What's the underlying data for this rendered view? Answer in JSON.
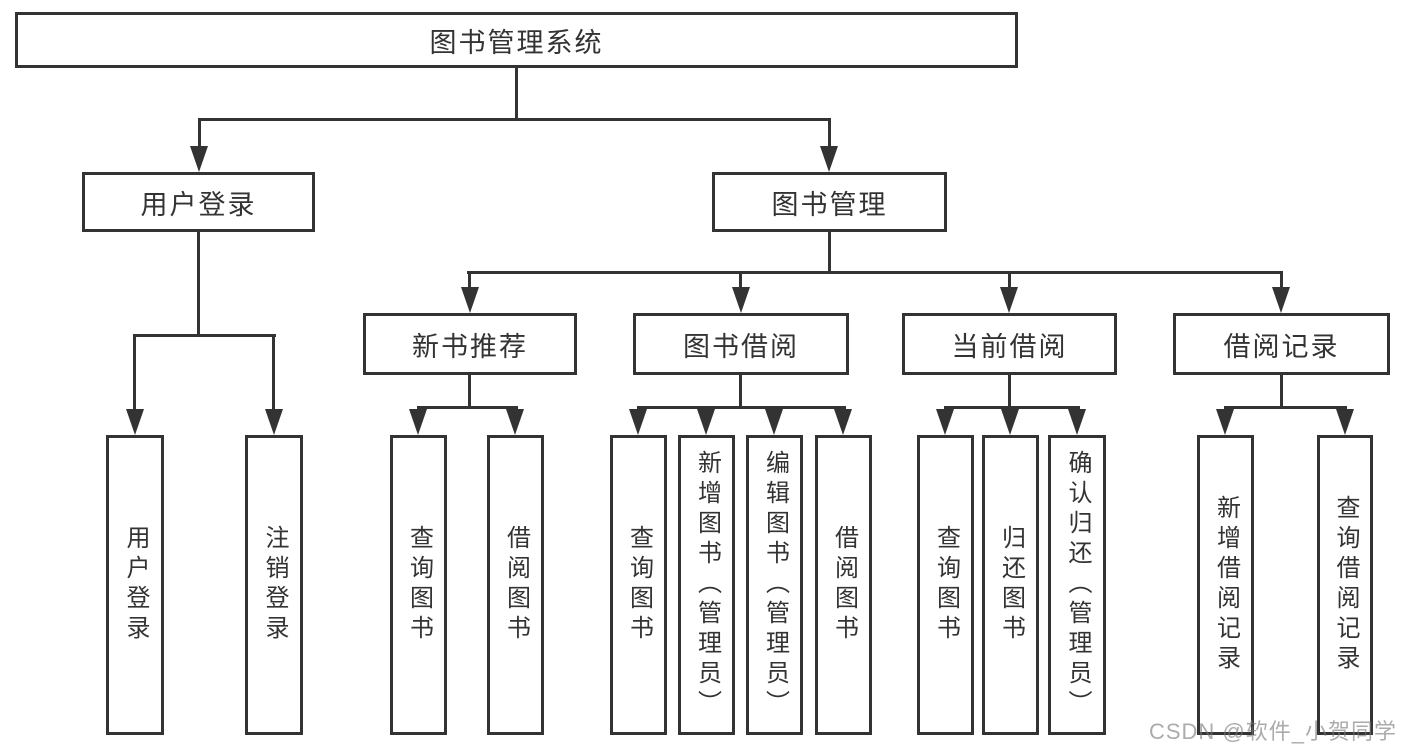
{
  "tree": {
    "root": "图书管理系统",
    "children": [
      {
        "label": "用户登录",
        "children": [
          "用户登录",
          "注销登录"
        ]
      },
      {
        "label": "图书管理",
        "children": [
          {
            "label": "新书推荐",
            "children": [
              "查询图书",
              "借阅图书"
            ]
          },
          {
            "label": "图书借阅",
            "children": [
              "查询图书",
              "新增图书（管理员）",
              "编辑图书（管理员）",
              "借阅图书"
            ]
          },
          {
            "label": "当前借阅",
            "children": [
              "查询图书",
              "归还图书",
              "确认归还（管理员）"
            ]
          },
          {
            "label": "借阅记录",
            "children": [
              "新增借阅记录",
              "查询借阅记录"
            ]
          }
        ]
      }
    ]
  },
  "watermark": {
    "text": "CSDN @软件_小贺同学"
  },
  "colors": {
    "line": "#333333",
    "box_border": "#333333",
    "text": "#333333",
    "background": "#ffffff",
    "watermark": "#b5b5b5"
  }
}
